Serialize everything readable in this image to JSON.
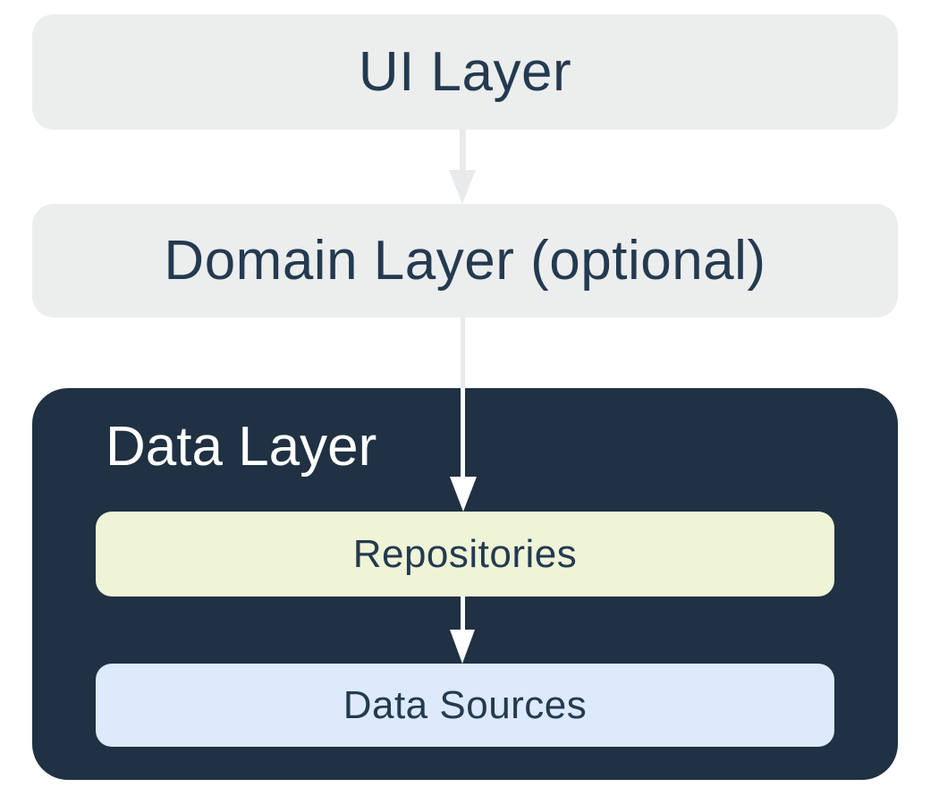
{
  "diagram": {
    "nodes": {
      "ui_layer": {
        "label": "UI Layer"
      },
      "domain_layer": {
        "label": "Domain Layer (optional)"
      },
      "data_layer": {
        "label": "Data Layer"
      },
      "repositories": {
        "label": "Repositories"
      },
      "data_sources": {
        "label": "Data Sources"
      }
    },
    "edges": [
      {
        "from": "UI Layer",
        "to": "Domain Layer (optional)"
      },
      {
        "from": "Domain Layer (optional)",
        "to": "Repositories"
      },
      {
        "from": "Repositories",
        "to": "Data Sources"
      }
    ],
    "colors": {
      "background": "#FFFFFF",
      "layer_box_gray": "#ECEDED",
      "arrow_gray": "#E9EAEB",
      "dark_navy": "#1F3142",
      "text_navy": "#233A50",
      "text_white": "#FFFFFF",
      "repositories_green": "#EFF4D7",
      "data_sources_blue": "#DCEAFB"
    }
  }
}
